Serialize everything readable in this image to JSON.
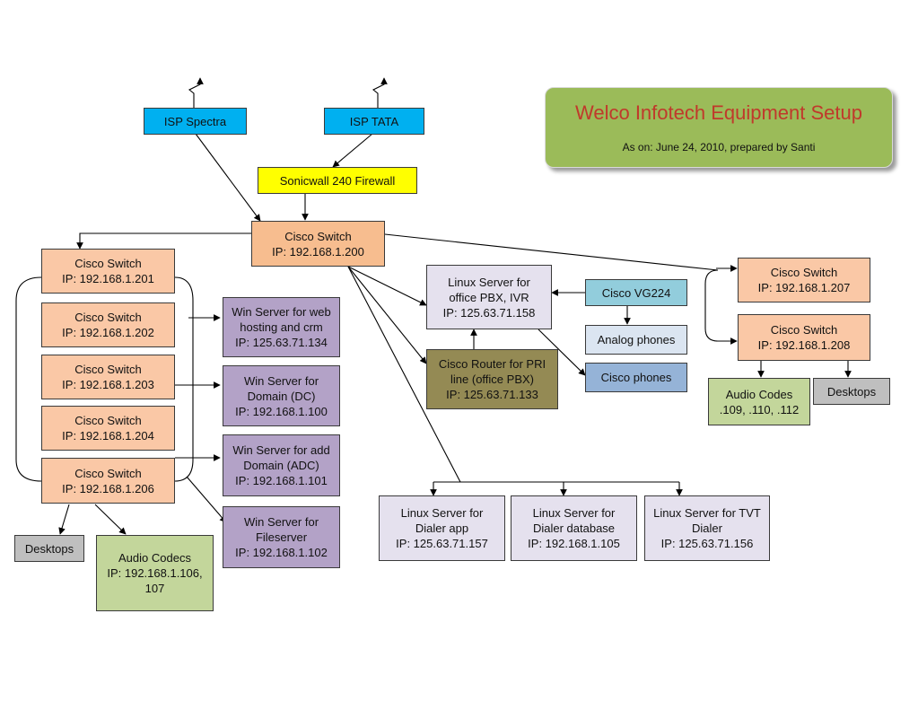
{
  "title": "Welco Infotech Equipment Setup",
  "subtitle": "As on: June 24, 2010, prepared by Santi",
  "nodes": {
    "isp_spectra": [
      "ISP Spectra"
    ],
    "isp_tata": [
      "ISP TATA"
    ],
    "firewall": [
      "Sonicwall 240 Firewall"
    ],
    "core_switch": [
      "Cisco Switch",
      "IP: 192.168.1.200"
    ],
    "sw201": [
      "Cisco Switch",
      "IP: 192.168.1.201"
    ],
    "sw202": [
      "Cisco Switch",
      "IP: 192.168.1.202"
    ],
    "sw203": [
      "Cisco Switch",
      "IP: 192.168.1.203"
    ],
    "sw204": [
      "Cisco Switch",
      "IP: 192.168.1.204"
    ],
    "sw206": [
      "Cisco Switch",
      "IP: 192.168.1.206"
    ],
    "win_web": [
      "Win Server for web",
      "hosting and crm",
      "IP: 125.63.71.134"
    ],
    "win_dc": [
      "Win Server for",
      "Domain (DC)",
      "IP: 192.168.1.100"
    ],
    "win_adc": [
      "Win Server for add",
      "Domain (ADC)",
      "IP: 192.168.1.101"
    ],
    "win_file": [
      "Win Server for",
      "Fileserver",
      "IP: 192.168.1.102"
    ],
    "desktops_left": [
      "Desktops"
    ],
    "audio_codecs_left": [
      "Audio Codecs",
      "IP: 192.168.1.106,",
      "107"
    ],
    "linux_pbx": [
      "Linux Server for",
      "office PBX, IVR",
      "IP: 125.63.71.158"
    ],
    "cisco_vg224": [
      "Cisco VG224"
    ],
    "analog_phones": [
      "Analog phones"
    ],
    "cisco_router": [
      "Cisco Router for PRI",
      "line (office PBX)",
      "IP: 125.63.71.133"
    ],
    "cisco_phones": [
      "Cisco phones"
    ],
    "sw207": [
      "Cisco Switch",
      "IP: 192.168.1.207"
    ],
    "sw208": [
      "Cisco Switch",
      "IP: 192.168.1.208"
    ],
    "audio_codes_right": [
      "Audio Codes",
      ".109, .110, .112"
    ],
    "desktops_right": [
      "Desktops"
    ],
    "linux_dialer_app": [
      "Linux Server for",
      "Dialer app",
      "IP: 125.63.71.157"
    ],
    "linux_dialer_db": [
      "Linux Server for",
      "Dialer database",
      "IP: 192.168.1.105"
    ],
    "linux_tvt": [
      "Linux Server for TVT",
      "Dialer",
      "IP: 125.63.71.156"
    ]
  },
  "colors": {
    "isp": "#00b0f0",
    "firewall": "#ffff00",
    "switch": "#fac8a6",
    "windows_server": "#b3a2c7",
    "linux_server": "#e5e1ee",
    "router": "#948a54",
    "title_bg": "#9bbb59",
    "title_text": "#c0392b"
  }
}
